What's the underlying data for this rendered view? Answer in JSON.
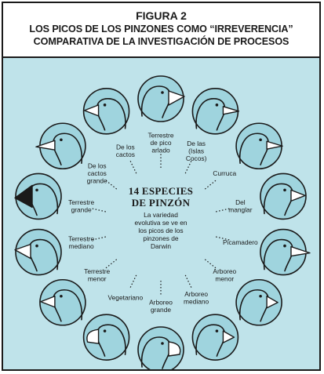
{
  "figure": {
    "label": "FIGURA 2",
    "title_line1": "LOS PICOS DE LOS PINZONES COMO “IRREVERENCIA”",
    "title_line2": "COMPARATIVA DE LA INVESTIGACIÓN DE PROCESOS"
  },
  "center": {
    "heading_line1": "14 ESPECIES",
    "heading_line2": "DE PINZÓN",
    "caption": [
      "La variedad",
      "evolutiva se ve en",
      "los picos de los",
      "pinzones de",
      "Darwin"
    ]
  },
  "species": [
    {
      "id": "terrestre-pico-arlado",
      "label": [
        "Terrestre",
        "de pico",
        "arlado"
      ],
      "beak": "thick"
    },
    {
      "id": "islas-cocos",
      "label": [
        "De las",
        "(Islas",
        "Cocos)"
      ],
      "beak": "slender"
    },
    {
      "id": "curruca",
      "label": [
        "Curruca"
      ],
      "beak": "slender"
    },
    {
      "id": "del-manglar",
      "label": [
        "Del",
        "manglar"
      ],
      "beak": "medium"
    },
    {
      "id": "picamadero",
      "label": [
        "Picamadero"
      ],
      "beak": "long"
    },
    {
      "id": "arboreo-menor",
      "label": [
        "Arboreo",
        "menor"
      ],
      "beak": "short"
    },
    {
      "id": "arboreo-mediano",
      "label": [
        "Arboreo",
        "mediano"
      ],
      "beak": "short"
    },
    {
      "id": "arboreo-grande",
      "label": [
        "Arboreo",
        "grande"
      ],
      "beak": "parrot"
    },
    {
      "id": "vegetariano",
      "label": [
        "Vegetariano"
      ],
      "beak": "parrot"
    },
    {
      "id": "terrestre-menor",
      "label": [
        "Terrestre",
        "menor"
      ],
      "beak": "medium"
    },
    {
      "id": "terrestre-mediano",
      "label": [
        "Terrestre",
        "mediano"
      ],
      "beak": "thick"
    },
    {
      "id": "terrestre-grande",
      "label": [
        "Terrestre",
        "grande"
      ],
      "beak": "huge"
    },
    {
      "id": "cactos-grande",
      "label": [
        "De los",
        "cactos",
        "grande"
      ],
      "beak": "long"
    },
    {
      "id": "cactos",
      "label": [
        "De los",
        "cactos"
      ],
      "beak": "medium"
    }
  ],
  "colors": {
    "panel": "#bfe3ea",
    "circle": "#9fd4de",
    "ink": "#1a1a1a"
  }
}
